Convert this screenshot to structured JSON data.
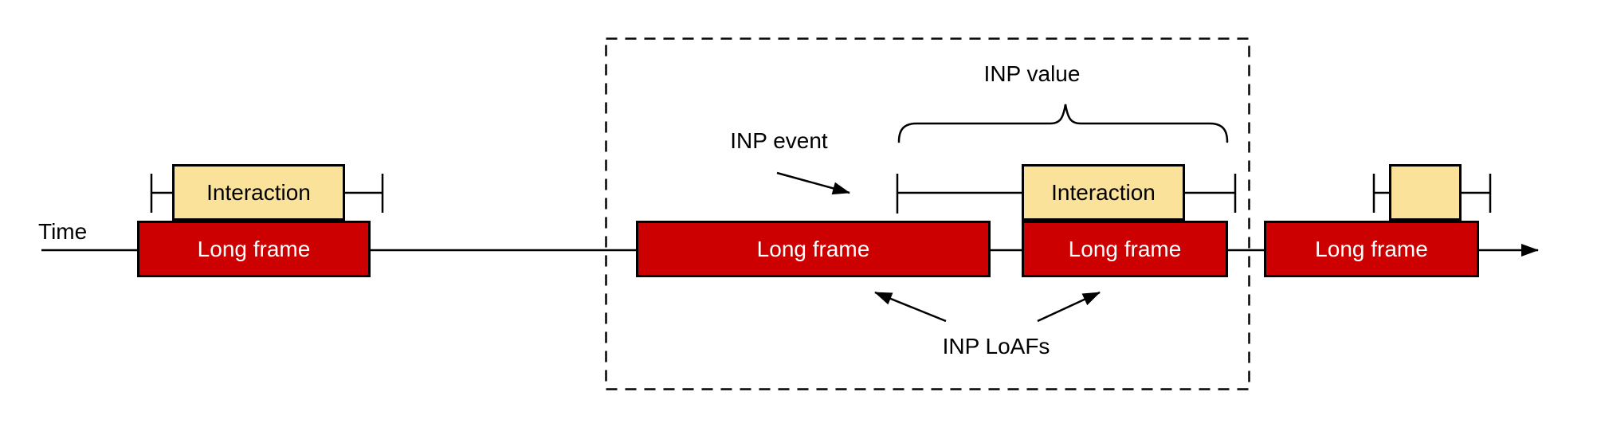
{
  "diagram": {
    "axis_label": "Time",
    "frames": [
      {
        "label": "Long frame"
      },
      {
        "label": "Long frame"
      },
      {
        "label": "Long frame"
      },
      {
        "label": "Long frame"
      }
    ],
    "interactions": [
      {
        "label": "Interaction"
      },
      {
        "label": "Interaction"
      },
      {
        "label": ""
      }
    ],
    "annotations": {
      "inp_event": "INP event",
      "inp_value": "INP value",
      "inp_loafs": "INP LoAFs"
    }
  },
  "colors": {
    "background": "#FFFFFF",
    "frame_fill": "#CC0000",
    "frame_text": "#FFFFFF",
    "interaction_fill": "#FBE29A",
    "interaction_text": "#000000",
    "line": "#000000"
  }
}
